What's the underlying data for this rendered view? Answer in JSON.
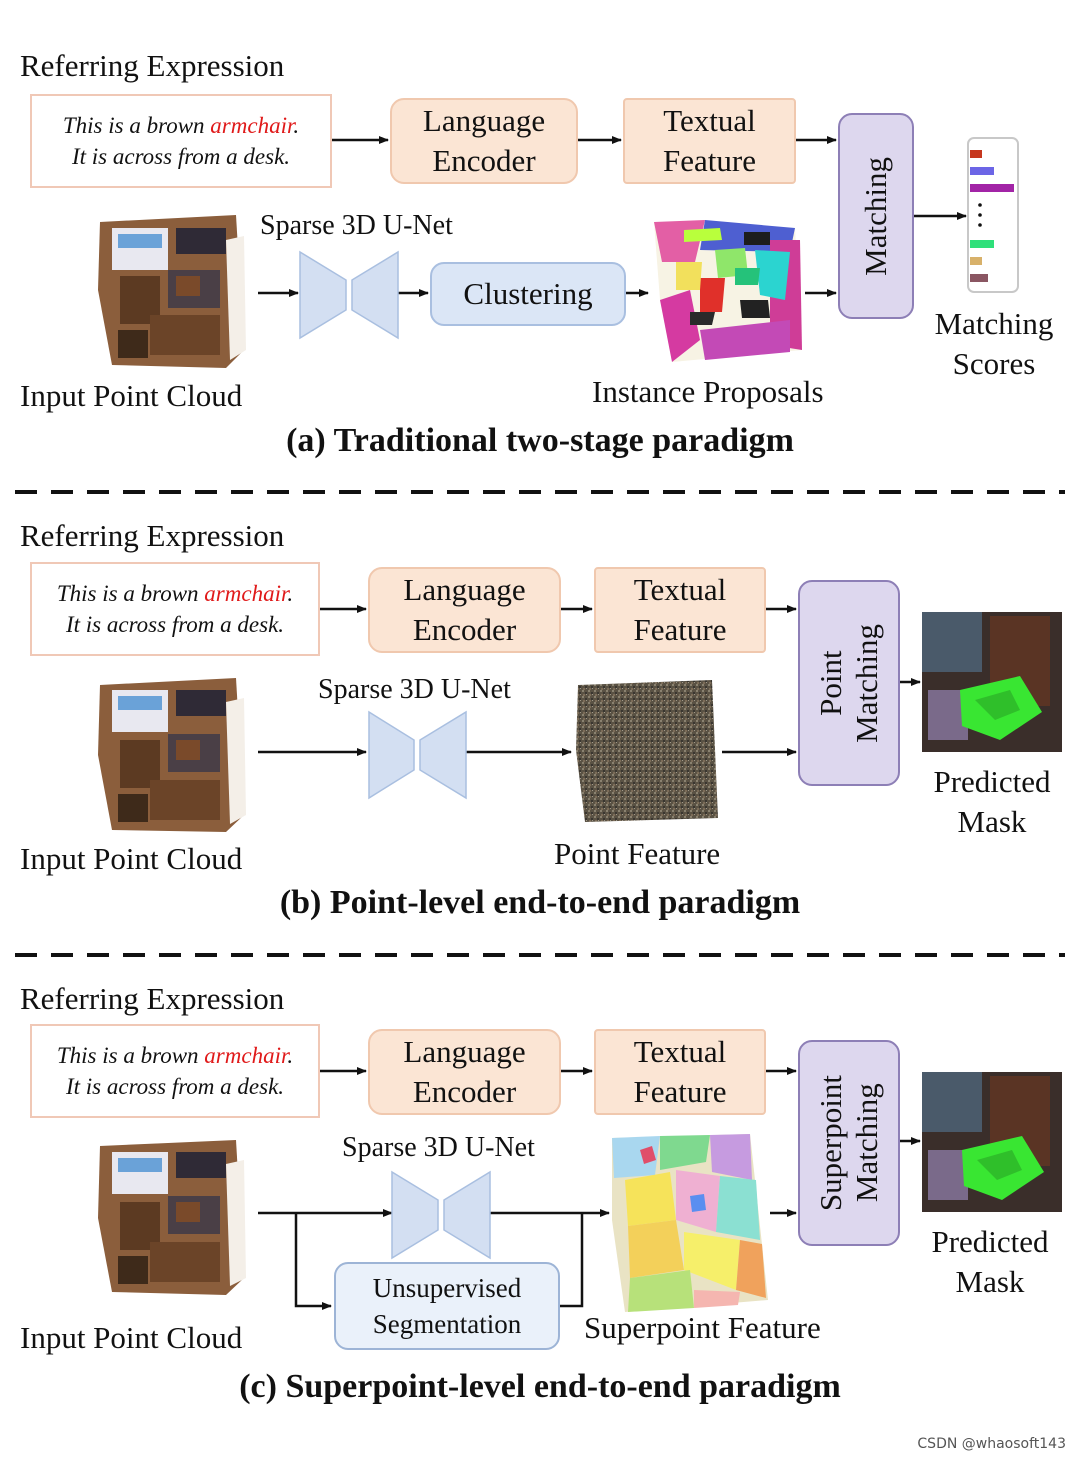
{
  "panel_a": {
    "referring_title": "Referring Expression",
    "expr_line1_pre": "This is a brown ",
    "expr_highlight": "armchair",
    "expr_line1_post": ".",
    "expr_line2": "It is across from a desk.",
    "lang_enc_1": "Language",
    "lang_enc_2": "Encoder",
    "text_feat_1": "Textual",
    "text_feat_2": "Feature",
    "unet": "Sparse 3D U-Net",
    "clustering": "Clustering",
    "matching": "Matching",
    "input_pc": "Input Point Cloud",
    "proposals": "Instance Proposals",
    "scores_1": "Matching",
    "scores_2": "Scores",
    "caption": "(a) Traditional two-stage paradigm"
  },
  "panel_b": {
    "referring_title": "Referring Expression",
    "expr_line1_pre": "This is a brown ",
    "expr_highlight": "armchair",
    "expr_line1_post": ".",
    "expr_line2": "It is across from a desk.",
    "lang_enc_1": "Language",
    "lang_enc_2": "Encoder",
    "text_feat_1": "Textual",
    "text_feat_2": "Feature",
    "unet": "Sparse 3D U-Net",
    "matching_1": "Point",
    "matching_2": "Matching",
    "input_pc": "Input Point Cloud",
    "point_feature": "Point Feature",
    "pred_1": "Predicted",
    "pred_2": "Mask",
    "caption": "(b) Point-level end-to-end paradigm"
  },
  "panel_c": {
    "referring_title": "Referring Expression",
    "expr_line1_pre": "This is a brown ",
    "expr_highlight": "armchair",
    "expr_line1_post": ".",
    "expr_line2": "It is across from a desk.",
    "lang_enc_1": "Language",
    "lang_enc_2": "Encoder",
    "text_feat_1": "Textual",
    "text_feat_2": "Feature",
    "unet": "Sparse 3D U-Net",
    "unsup_1": "Unsupervised",
    "unsup_2": "Segmentation",
    "matching_1": "Superpoint",
    "matching_2": "Matching",
    "input_pc": "Input Point Cloud",
    "superpoint_feature": "Superpoint Feature",
    "pred_1": "Predicted",
    "pred_2": "Mask",
    "caption": "(c) Superpoint-level end-to-end paradigm"
  },
  "colors": {
    "highlight": "#e01a1a",
    "peach_box": "#fbe5d4",
    "blue_box": "#dbe6f6",
    "purple_box": "#ddd7ee",
    "mask_green": "#39e632"
  },
  "watermark": "CSDN @whaosoft143"
}
